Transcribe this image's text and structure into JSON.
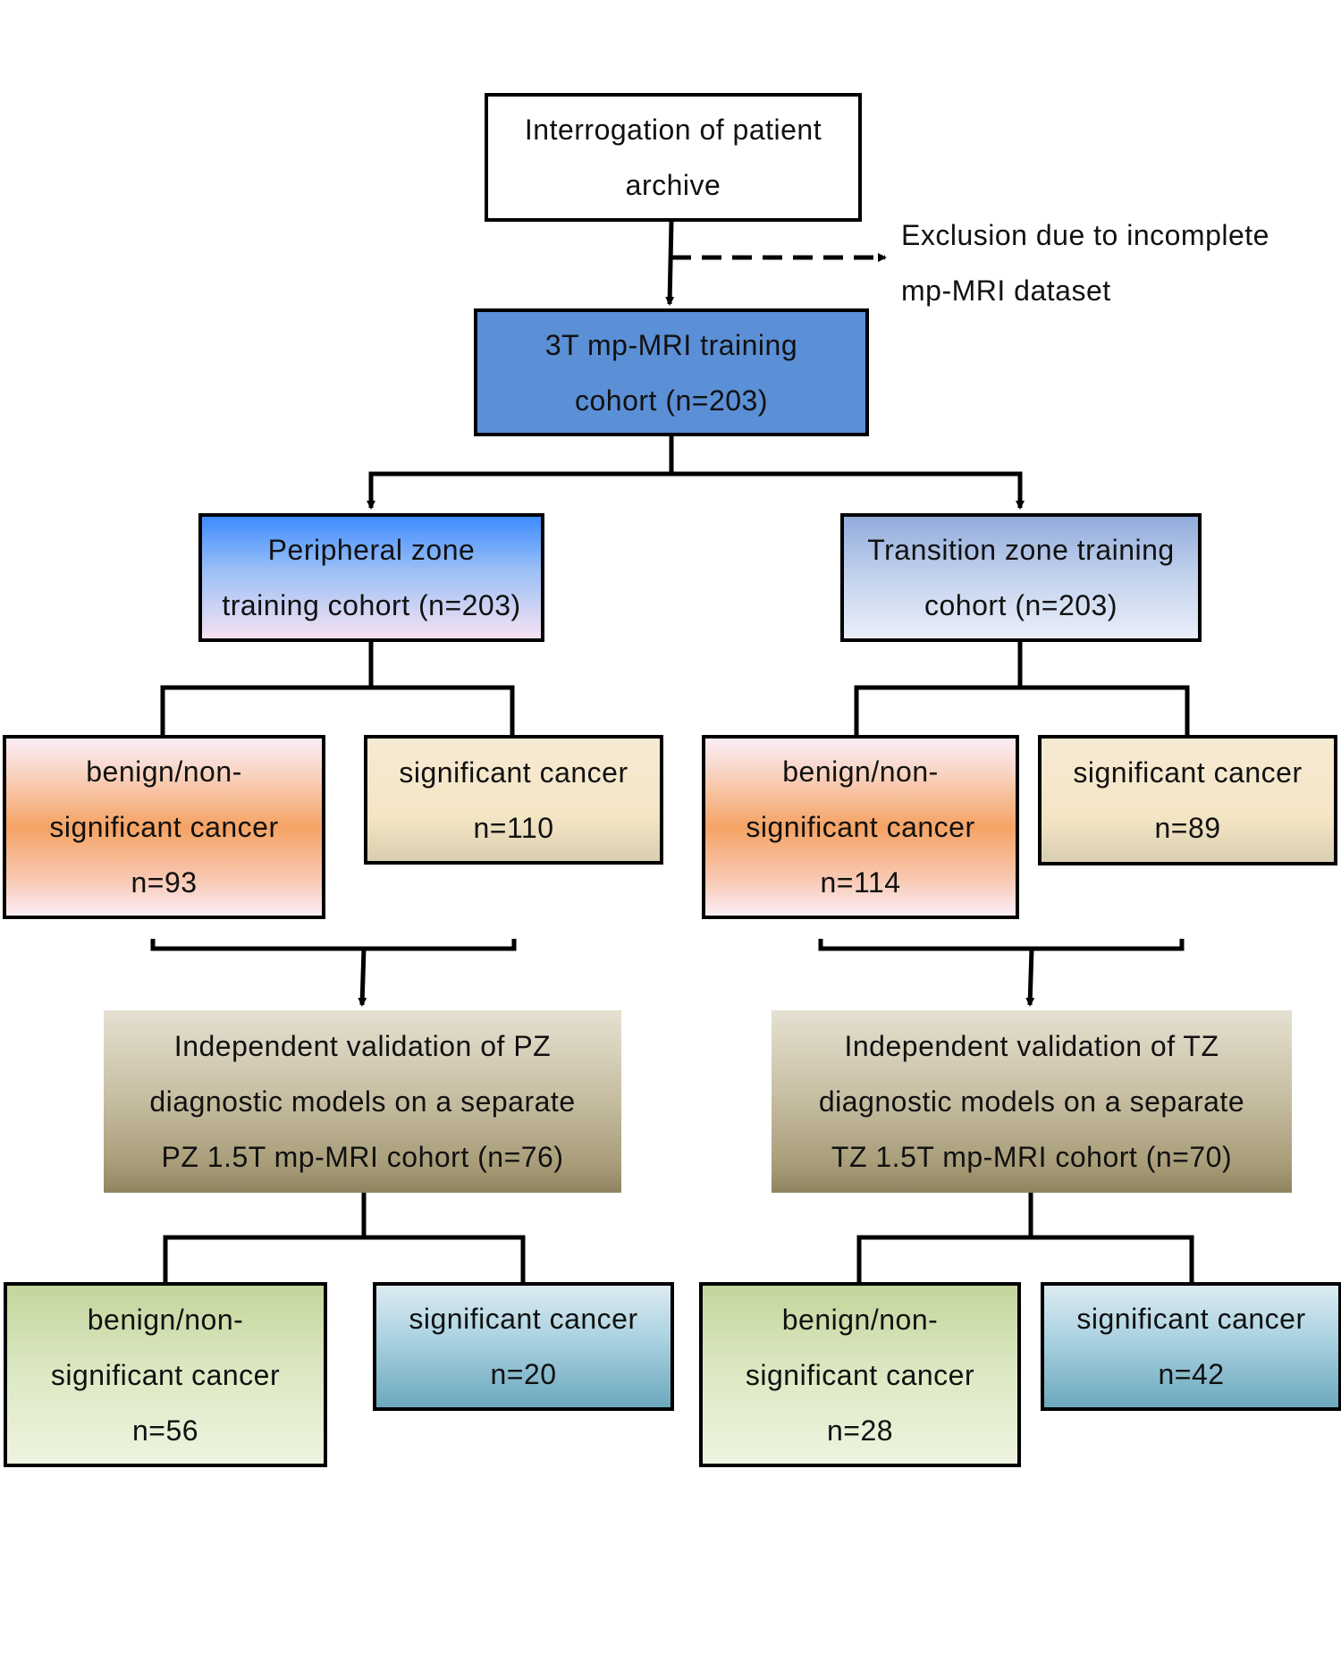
{
  "nodes": {
    "archive": [
      "Interrogation of patient",
      "archive"
    ],
    "exclusion": [
      "Exclusion due to incomplete",
      "mp-MRI dataset"
    ],
    "cohort": [
      "3T mp-MRI training",
      "cohort (n=203)"
    ],
    "pz_training": [
      "Peripheral zone",
      "training cohort (n=203)"
    ],
    "tz_training": [
      "Transition zone training",
      "cohort (n=203)"
    ],
    "pz_benign": [
      "benign/non-",
      "significant cancer",
      "n=93"
    ],
    "pz_significant": [
      "significant cancer",
      "n=110"
    ],
    "tz_benign": [
      "benign/non-",
      "significant cancer",
      "n=114"
    ],
    "tz_significant": [
      "significant cancer",
      "n=89"
    ],
    "pz_validation": [
      "Independent validation of PZ",
      "diagnostic models on a separate",
      "PZ 1.5T mp-MRI cohort (n=76)"
    ],
    "tz_validation": [
      "Independent validation of TZ",
      "diagnostic models on a separate",
      "TZ 1.5T mp-MRI cohort (n=70)"
    ],
    "pz_val_benign": [
      "benign/non-",
      "significant cancer",
      "n=56"
    ],
    "pz_val_significant": [
      "significant cancer",
      "n=20"
    ],
    "tz_val_benign": [
      "benign/non-",
      "significant cancer",
      "n=28"
    ],
    "tz_val_significant": [
      "significant cancer",
      "n=42"
    ]
  },
  "colors": {
    "cohort_fill": "#5b8fd6",
    "line": "#000000"
  }
}
